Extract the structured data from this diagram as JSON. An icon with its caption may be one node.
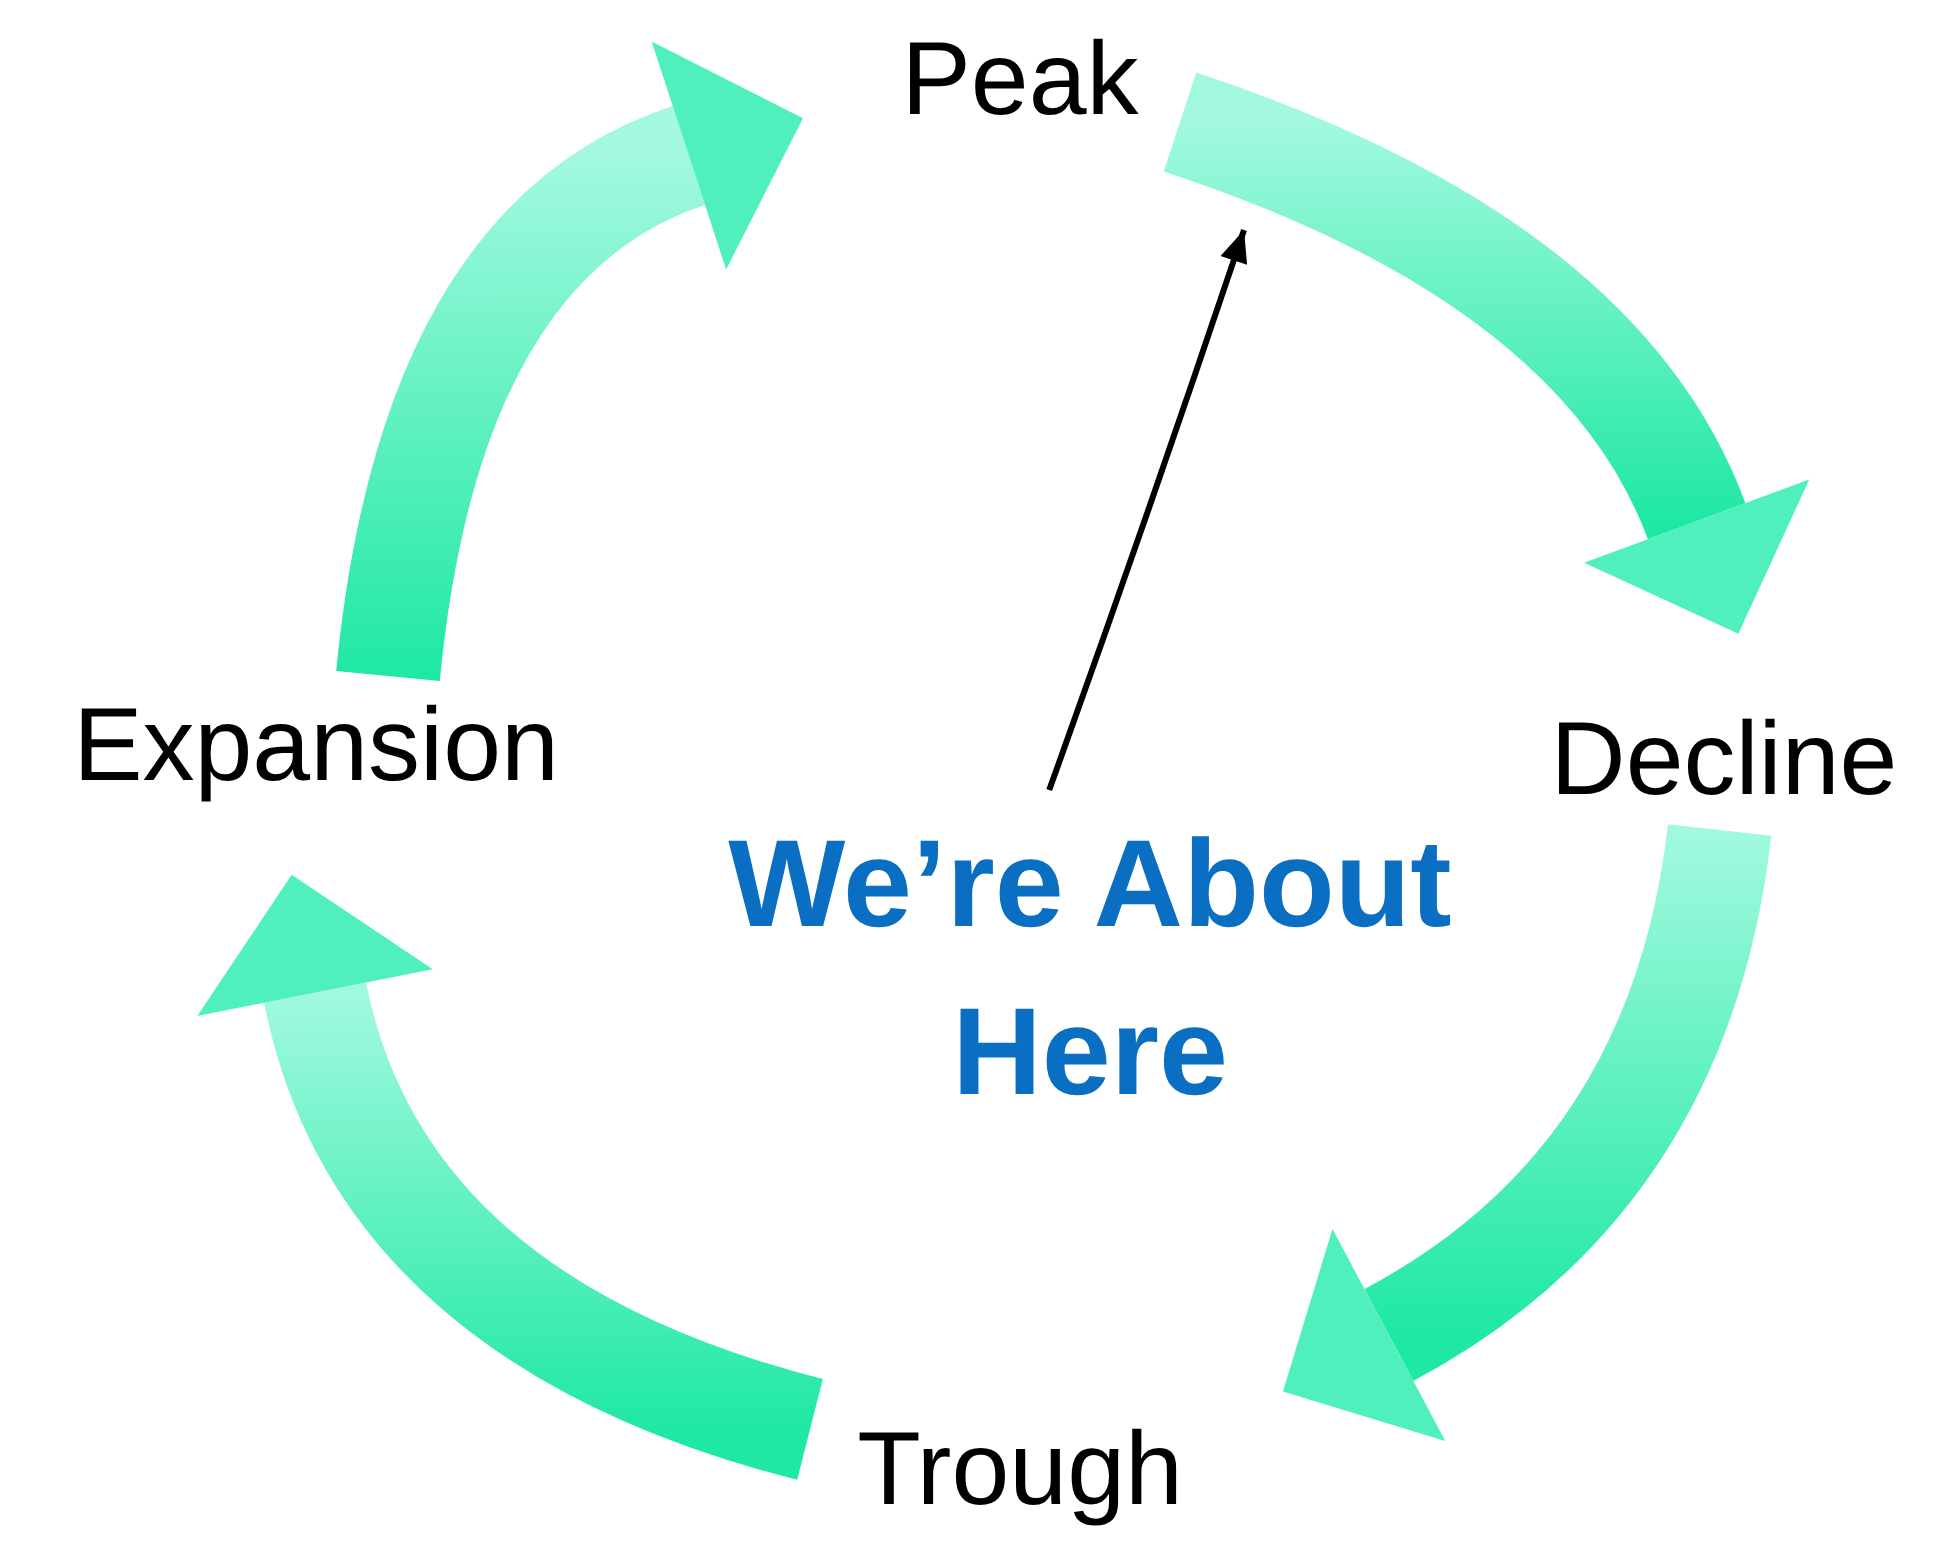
{
  "diagram": {
    "nodes": [
      {
        "text": [
          "Peak"
        ]
      },
      {
        "text": [
          "Decline"
        ]
      },
      {
        "text": [
          "Trough"
        ]
      },
      {
        "text": [
          "Expansion"
        ]
      },
      {
        "text": [
          "We’re About Here"
        ]
      }
    ],
    "edges": [
      {
        "from": 3,
        "to": 0,
        "arrow": "to",
        "style": "thick"
      },
      {
        "from": 0,
        "to": 1,
        "arrow": "to",
        "style": "thick"
      },
      {
        "from": 1,
        "to": 2,
        "arrow": "to",
        "style": "thick"
      },
      {
        "from": 2,
        "to": 3,
        "arrow": "to",
        "style": "thick"
      },
      {
        "from": 4,
        "to": null,
        "arrow": "to"
      }
    ]
  }
}
